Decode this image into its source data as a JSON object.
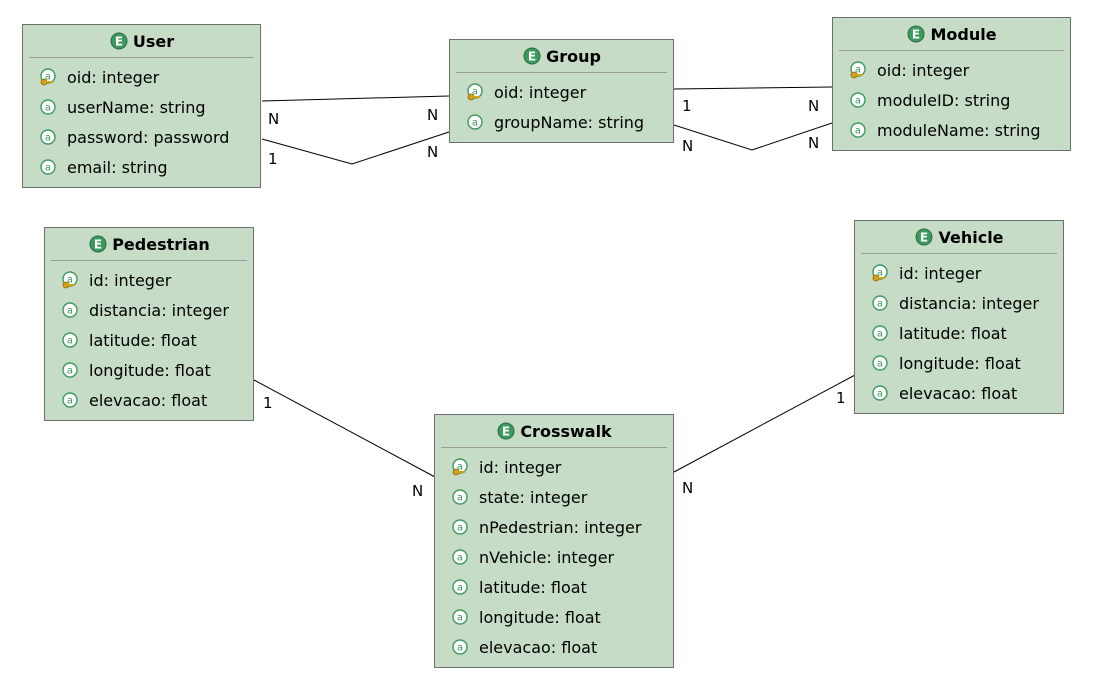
{
  "colors": {
    "entity_fill": "#c6dcc6",
    "entity_border": "#6f6f6f",
    "icon_green": "#3d9a5f",
    "key_gold": "#d4a017"
  },
  "entities": [
    {
      "id": "user",
      "name": "User",
      "icon": "entity-icon",
      "attributes": [
        {
          "text": "oid: integer",
          "icon": "key-attribute-icon"
        },
        {
          "text": "userName: string",
          "icon": "attribute-icon"
        },
        {
          "text": "password: password",
          "icon": "attribute-icon"
        },
        {
          "text": "email: string",
          "icon": "attribute-icon"
        }
      ]
    },
    {
      "id": "group",
      "name": "Group",
      "icon": "entity-icon",
      "attributes": [
        {
          "text": "oid: integer",
          "icon": "key-attribute-icon"
        },
        {
          "text": "groupName: string",
          "icon": "attribute-icon"
        }
      ]
    },
    {
      "id": "module",
      "name": "Module",
      "icon": "entity-icon",
      "attributes": [
        {
          "text": "oid: integer",
          "icon": "key-attribute-icon"
        },
        {
          "text": "moduleID: string",
          "icon": "attribute-icon"
        },
        {
          "text": "moduleName: string",
          "icon": "attribute-icon"
        }
      ]
    },
    {
      "id": "pedestrian",
      "name": "Pedestrian",
      "icon": "entity-icon",
      "attributes": [
        {
          "text": "id: integer",
          "icon": "key-attribute-icon"
        },
        {
          "text": "distancia: integer",
          "icon": "attribute-icon"
        },
        {
          "text": "latitude: float",
          "icon": "attribute-icon"
        },
        {
          "text": "longitude: float",
          "icon": "attribute-icon"
        },
        {
          "text": "elevacao: float",
          "icon": "attribute-icon"
        }
      ]
    },
    {
      "id": "vehicle",
      "name": "Vehicle",
      "icon": "entity-icon",
      "attributes": [
        {
          "text": "id: integer",
          "icon": "key-attribute-icon"
        },
        {
          "text": "distancia: integer",
          "icon": "attribute-icon"
        },
        {
          "text": "latitude: float",
          "icon": "attribute-icon"
        },
        {
          "text": "longitude: float",
          "icon": "attribute-icon"
        },
        {
          "text": "elevacao: float",
          "icon": "attribute-icon"
        }
      ]
    },
    {
      "id": "crosswalk",
      "name": "Crosswalk",
      "icon": "entity-icon",
      "attributes": [
        {
          "text": "id: integer",
          "icon": "key-attribute-icon"
        },
        {
          "text": "state: integer",
          "icon": "attribute-icon"
        },
        {
          "text": "nPedestrian: integer",
          "icon": "attribute-icon"
        },
        {
          "text": "nVehicle: integer",
          "icon": "attribute-icon"
        },
        {
          "text": "latitude: float",
          "icon": "attribute-icon"
        },
        {
          "text": "longitude: float",
          "icon": "attribute-icon"
        },
        {
          "text": "elevacao: float",
          "icon": "attribute-icon"
        }
      ]
    }
  ],
  "relationships": [
    {
      "from": "user",
      "to": "group",
      "from_card": "N",
      "to_card": "N"
    },
    {
      "from": "user",
      "to": "group",
      "from_card": "1",
      "to_card": "N"
    },
    {
      "from": "group",
      "to": "module",
      "from_card": "1",
      "to_card": "N"
    },
    {
      "from": "group",
      "to": "module",
      "from_card": "N",
      "to_card": "N"
    },
    {
      "from": "pedestrian",
      "to": "crosswalk",
      "from_card": "1",
      "to_card": "N"
    },
    {
      "from": "vehicle",
      "to": "crosswalk",
      "from_card": "1",
      "to_card": "N"
    }
  ]
}
